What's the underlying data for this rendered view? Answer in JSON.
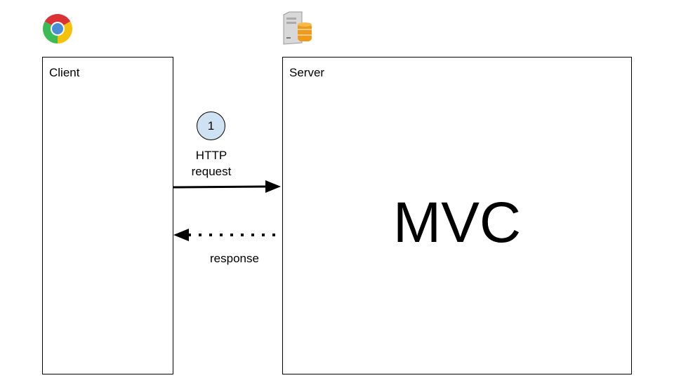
{
  "client": {
    "label": "Client",
    "icon": "chrome-browser-icon"
  },
  "server": {
    "label": "Server",
    "icon": "server-database-icon",
    "content": "MVC"
  },
  "step": {
    "number": "1",
    "color": "#cfe2f3"
  },
  "request": {
    "line1": "HTTP",
    "line2": "request"
  },
  "response": {
    "label": "response"
  }
}
